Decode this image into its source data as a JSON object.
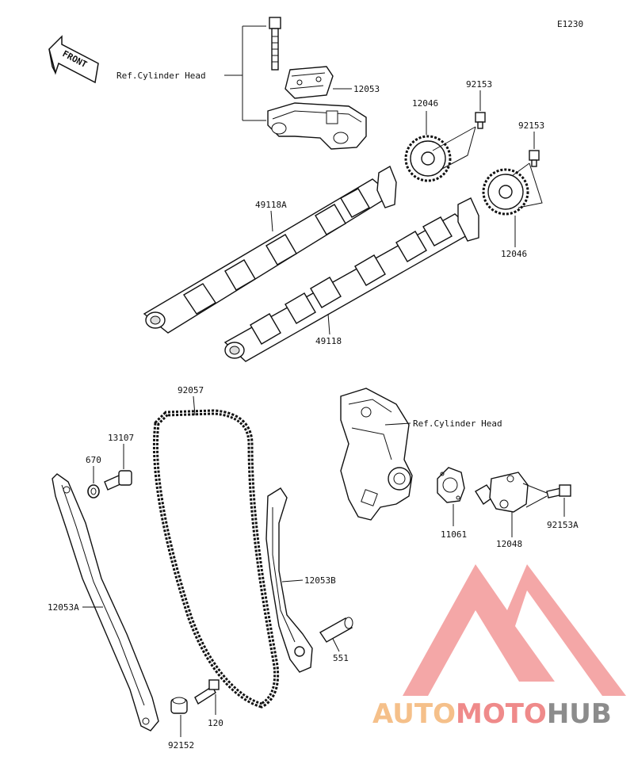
{
  "diagram_code": "E1230",
  "front_label": "FRONT",
  "ref_labels": {
    "upper": "Ref.Cylinder Head",
    "lower": "Ref.Cylinder Head"
  },
  "part_labels": {
    "p12053": "12053",
    "p92153_a": "92153",
    "p12046_a": "12046",
    "p92153_b": "92153",
    "p49118A": "49118A",
    "p12046_b": "12046",
    "p49118": "49118",
    "p92057": "92057",
    "p13107": "13107",
    "p670": "670",
    "p11061": "11061",
    "p12048": "12048",
    "p92153A": "92153A",
    "p12053B": "12053B",
    "p12053A": "12053A",
    "p551": "551",
    "p120": "120",
    "p92152": "92152"
  },
  "watermark": {
    "auto": "AUTO",
    "moto": "MOTO",
    "hub": "HUB",
    "color_auto": "#f5c08a",
    "color_moto": "#ef8a8a",
    "color_hub": "#8c8c8c",
    "color_logo": "#f08a8a"
  }
}
